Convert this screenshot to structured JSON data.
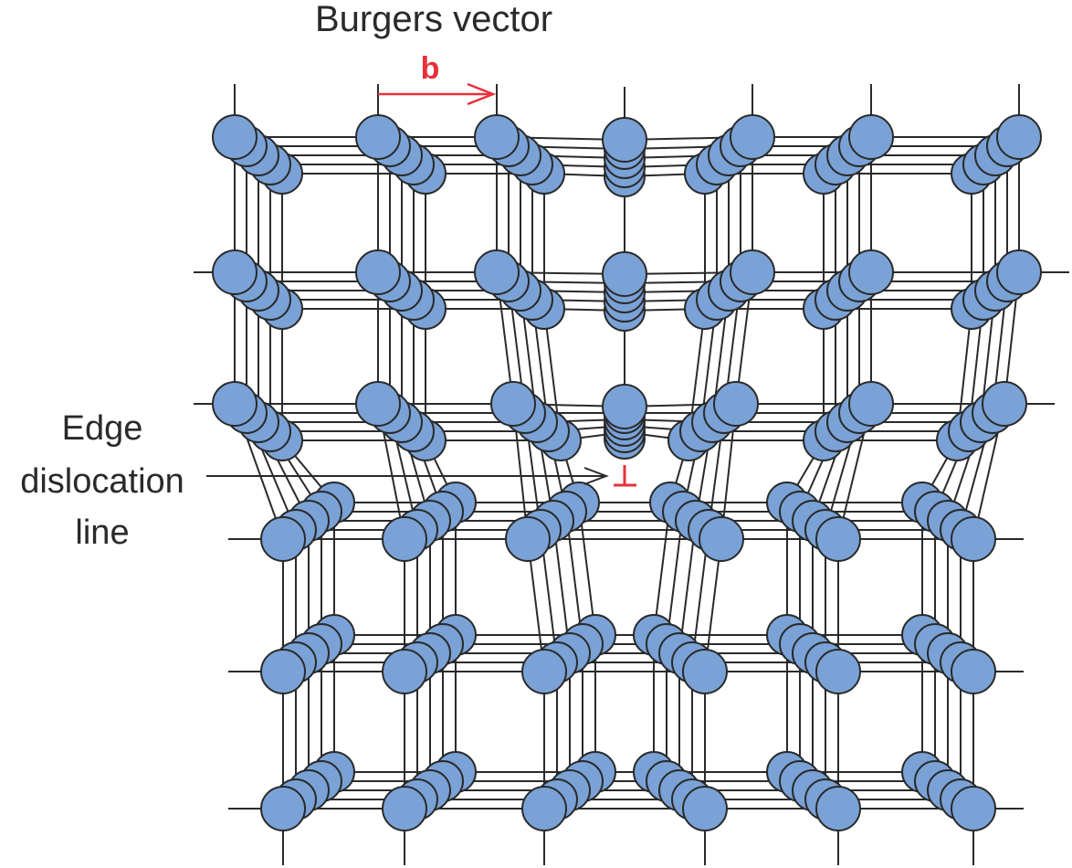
{
  "labels": {
    "burgers_vector": "Burgers vector",
    "b_symbol": "b",
    "edge_line_1": "Edge",
    "edge_line_2": "dislocation",
    "edge_line_3": "line",
    "dislocation_symbol": "⊥"
  },
  "colors": {
    "atom_fill": "#7aa2d6",
    "atom_stroke": "#2a2a2a",
    "bond": "#2a2a2a",
    "accent": "#e8303a",
    "text": "#2a2a2a"
  },
  "lattice": {
    "rows": 6,
    "columns": 7,
    "extra_half_plane": "center column ends above dislocation",
    "layers_per_atom_stack": 5
  }
}
